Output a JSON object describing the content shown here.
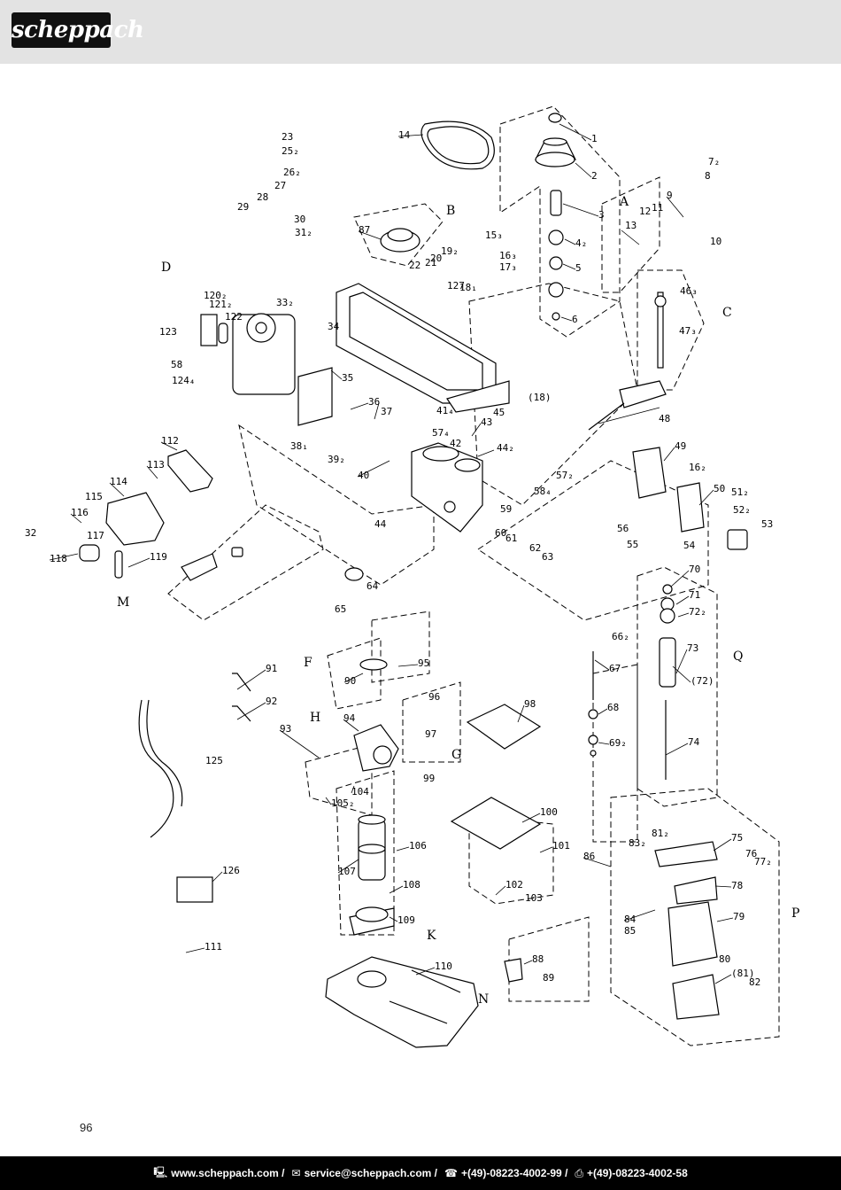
{
  "header": {
    "logo_text": "scheppach"
  },
  "diagram": {
    "groups": [
      "A",
      "B",
      "C",
      "D",
      "F",
      "G",
      "H",
      "K",
      "M",
      "N",
      "P",
      "Q"
    ],
    "labels": [
      "1",
      "2",
      "3",
      "4₂",
      "5",
      "6",
      "7₂",
      "8",
      "9",
      "10",
      "11",
      "12",
      "13",
      "14",
      "15₃",
      "16₃",
      "16₂",
      "17₃",
      "18₁",
      "(18)",
      "19₂",
      "20",
      "21",
      "22",
      "23",
      "25₂",
      "26₂",
      "27",
      "28",
      "29",
      "30",
      "31₂",
      "32",
      "33₂",
      "34",
      "35",
      "36",
      "37",
      "38₁",
      "39₂",
      "40",
      "41₄",
      "42",
      "43",
      "44",
      "44₂",
      "45",
      "46₃",
      "47₃",
      "48",
      "49",
      "50",
      "51₂",
      "52₂",
      "53",
      "54",
      "55",
      "56",
      "57₄",
      "57₂",
      "58",
      "58₄",
      "59",
      "60",
      "61",
      "62",
      "63",
      "64",
      "65",
      "66₂",
      "67",
      "68",
      "69₂",
      "70",
      "71",
      "72₂",
      "(72)",
      "73",
      "74",
      "75",
      "76",
      "77₂",
      "78",
      "79",
      "80",
      "81₂",
      "(81)",
      "82",
      "83₂",
      "84",
      "85",
      "86",
      "87",
      "88",
      "89",
      "90",
      "91",
      "92",
      "93",
      "94",
      "95",
      "96",
      "97",
      "98",
      "99",
      "100",
      "101",
      "102",
      "103",
      "104",
      "105₂",
      "106",
      "107",
      "108",
      "109",
      "110",
      "111",
      "112",
      "113",
      "114",
      "115",
      "116",
      "117",
      "118",
      "119",
      "120₂",
      "121₂",
      "122",
      "123",
      "124₄",
      "125",
      "126",
      "127"
    ]
  },
  "page": {
    "number": "96"
  },
  "footer": {
    "web": "www.scheppach.com /",
    "email": "service@scheppach.com /",
    "phone": "+(49)-08223-4002-99 /",
    "fax": "+(49)-08223-4002-58"
  }
}
